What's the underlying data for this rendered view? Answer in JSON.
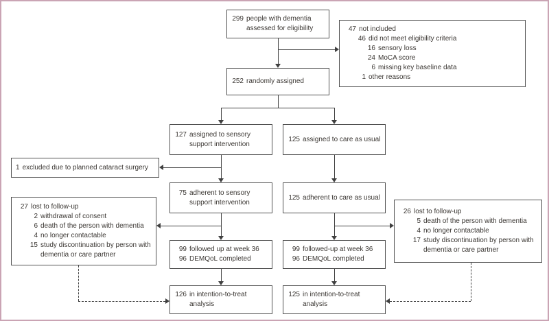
{
  "figure": {
    "type": "trial-flow-diagram"
  },
  "colors": {
    "frame": "#caa4b4",
    "line": "#3f3f3f",
    "border": "#4f4f4f",
    "text": "#3a3632"
  },
  "boxes": {
    "eligibility": {
      "num": "299",
      "text": "people with dementia assessed for eligibility"
    },
    "not_included": {
      "lines": [
        {
          "num": "47",
          "text": "not included"
        },
        {
          "num": "46",
          "text": "did not meet eligibility criteria"
        },
        {
          "num": "16",
          "text": "sensory loss"
        },
        {
          "num": "24",
          "text": "MoCA score"
        },
        {
          "num": "6",
          "text": "missing key baseline data"
        },
        {
          "num": "1",
          "text": "other reasons"
        }
      ]
    },
    "randomised": {
      "num": "252",
      "text": "randomly assigned"
    },
    "assigned_intervention": {
      "num": "127",
      "text": "assigned to sensory support intervention"
    },
    "assigned_control": {
      "num": "125",
      "text": "assigned to care as usual"
    },
    "excluded_cataract": {
      "num": "1",
      "text": "excluded due to planned cataract surgery"
    },
    "adherent_intervention": {
      "num": "75",
      "text": "adherent to sensory support intervention"
    },
    "adherent_control": {
      "num": "125",
      "text": "adherent to care as usual"
    },
    "lost_intervention": {
      "lines": [
        {
          "num": "27",
          "text": "lost to follow-up"
        },
        {
          "num": "2",
          "text": "withdrawal of consent"
        },
        {
          "num": "6",
          "text": "death of the person with dementia"
        },
        {
          "num": "4",
          "text": "no longer contactable"
        },
        {
          "num": "15",
          "text": "study discontinuation by person with dementia or care partner"
        }
      ]
    },
    "lost_control": {
      "lines": [
        {
          "num": "26",
          "text": "lost to follow-up"
        },
        {
          "num": "5",
          "text": "death of the person with dementia"
        },
        {
          "num": "4",
          "text": "no longer contactable"
        },
        {
          "num": "17",
          "text": "study discontinuation by person with dementia or care partner"
        }
      ]
    },
    "followup_intervention": {
      "lines": [
        {
          "num": "99",
          "text": "followed up at week 36"
        },
        {
          "num": "96",
          "text": "DEMQoL completed"
        }
      ]
    },
    "followup_control": {
      "lines": [
        {
          "num": "99",
          "text": "followed-up at week 36"
        },
        {
          "num": "96",
          "text": "DEMQoL completed"
        }
      ]
    },
    "itt_intervention": {
      "num": "126",
      "text": "in intention-to-treat analysis"
    },
    "itt_control": {
      "num": "125",
      "text": "in intention-to-treat analysis"
    }
  }
}
